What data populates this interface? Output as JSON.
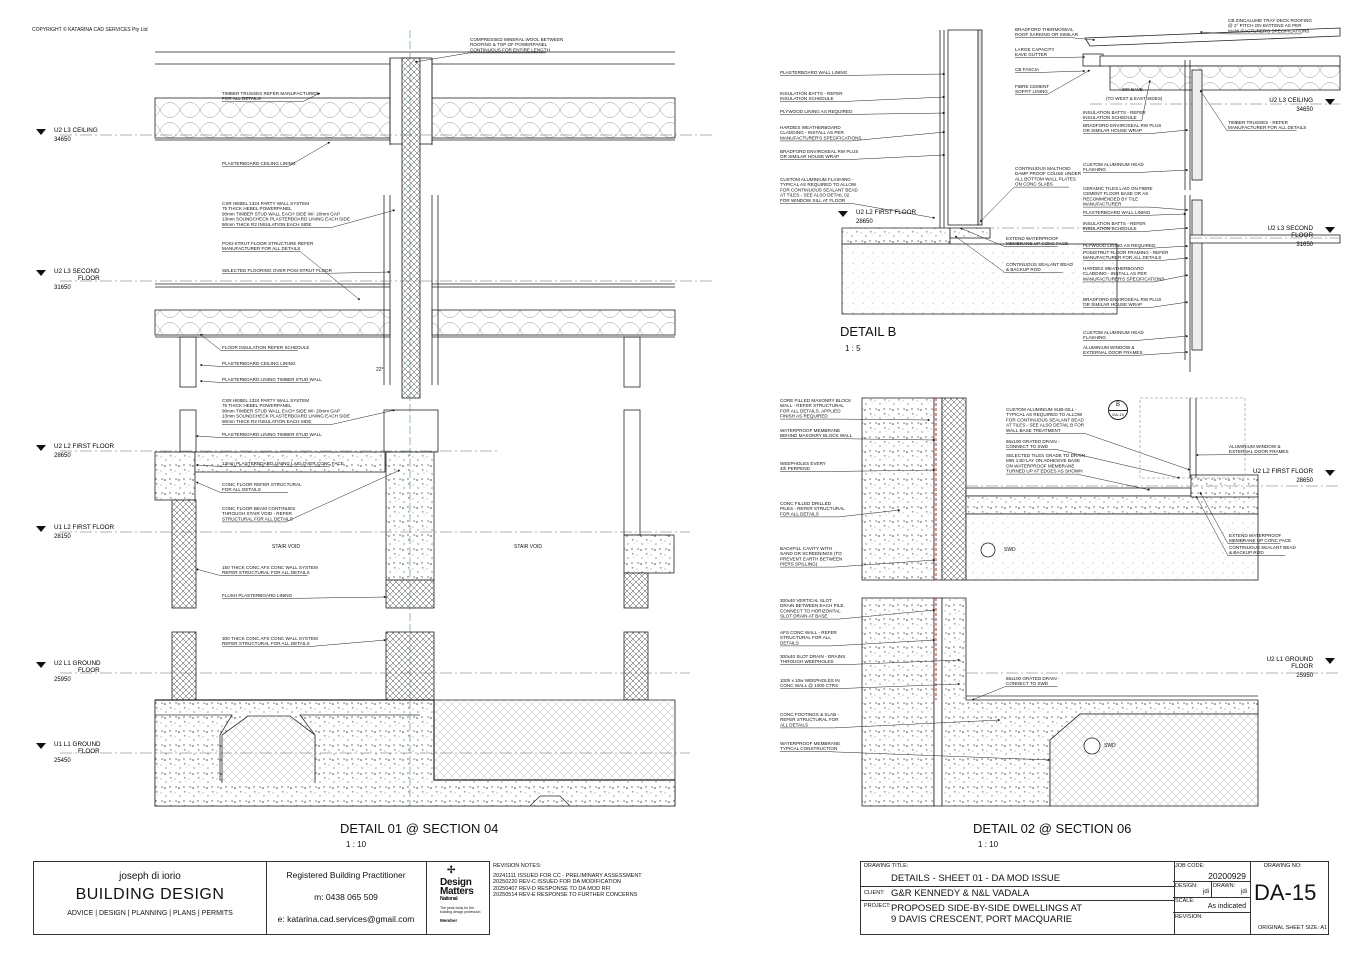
{
  "copyright": "COPYRIGHT © KATARINA CAD SERVICES Pty Ltd",
  "level_markers": [
    {
      "id": "u2l3c-left",
      "label": "U2 L3 CEILING",
      "level": "34650"
    },
    {
      "id": "u2l3s-left",
      "label": "U2 L3 SECOND",
      "label2": "FLOOR",
      "level": "31650"
    },
    {
      "id": "u2l2f-left",
      "label": "U2 L2 FIRST FLOOR",
      "level": "28650"
    },
    {
      "id": "u1l2f-left",
      "label": "U1 L2 FIRST FLOOR",
      "level": "28150"
    },
    {
      "id": "u2l1g-left",
      "label": "U2 L1 GROUND",
      "label2": "FLOOR",
      "level": "25950"
    },
    {
      "id": "u1l1g-left",
      "label": "U1 L1 GROUND",
      "label2": "FLOOR",
      "level": "25450"
    },
    {
      "id": "u2l3c-right",
      "label": "U2 L3 CEILING",
      "level": "34650"
    },
    {
      "id": "u2l3s-right",
      "label": "U2 L3 SECOND",
      "label2": "FLOOR",
      "level": "31650"
    },
    {
      "id": "u2l2f-b",
      "label": "U2 L2 FIRST FLOOR",
      "level": "28650"
    },
    {
      "id": "u2l2f-right",
      "label": "U2 L2 FIRST FLOOR",
      "level": "28650"
    },
    {
      "id": "u2l1g-right",
      "label": "U2 L1 GROUND",
      "label2": "FLOOR",
      "level": "25950"
    }
  ],
  "notes_left": [
    {
      "id": "n1",
      "lines": [
        "COMPRESSED MINERAL WOOL BETWEEN",
        "ROOFING & TOP OF POWERPANEL",
        "CONTINUOUS FOR ENTIRE LENGTH"
      ]
    },
    {
      "id": "n2",
      "lines": [
        "TIMBER TRUSSES REFER MANUFACTURER",
        "FOR ALL DETAILS"
      ]
    },
    {
      "id": "n3",
      "lines": [
        "PLASTERBOARD CEILING LINING"
      ]
    },
    {
      "id": "n4",
      "lines": [
        "CSR HEBEL 1324 PARTY WALL SYSTEM",
        "75 THICK HEBEL POWERPANEL",
        "90mm TIMBER STUD WALL EACH SIDE W/- 20mm GAP",
        "13mm SOUNDCHECK PLASTERBOARD LINING EACH SIDE",
        "90mm THICK R2 INSULATION EACH SIDE"
      ]
    },
    {
      "id": "n5",
      "lines": [
        "POSI-STRUT FLOOR STRUCTURE REFER",
        "MANUFACTURER FOR ALL DETAILS"
      ]
    },
    {
      "id": "n6",
      "lines": [
        "SELECTED FLOORING OVER POSI-STRUT FLOOR"
      ]
    },
    {
      "id": "n7",
      "lines": [
        "FLOOR INSULATION REFER SCHEDULE"
      ]
    },
    {
      "id": "n8",
      "lines": [
        "PLASTERBOARD CEILING LINING"
      ]
    },
    {
      "id": "n9",
      "lines": [
        "PLASTERBOARD LINING TIMBER STUD WALL"
      ]
    },
    {
      "id": "n10",
      "lines": [
        "CSR HEBEL 1324 PARTY WALL SYSTEM",
        "75 THICK HEBEL POWERPANEL",
        "90mm TIMBER STUD WALL EACH SIDE W/- 20mm GAP",
        "13mm SOUNDCHECK PLASTERBOARD LINING EACH SIDE",
        "90mm THICK R2 INSULATION EACH SIDE"
      ]
    },
    {
      "id": "n11",
      "lines": [
        "PLASTERBOARD LINING TIMBER STUD WALL"
      ]
    },
    {
      "id": "n12",
      "lines": [
        "13mm PLASTERBOARD LINING LAID OVER CONC FACE"
      ]
    },
    {
      "id": "n13",
      "lines": [
        "CONC FLOOR REFER STRUCTURAL",
        "FOR ALL DETAILS"
      ]
    },
    {
      "id": "n14",
      "lines": [
        "CONC FLOOR BEAM CONTINUES",
        "THROUGH STAIR VOID - REFER",
        "STRUCTURAL FOR ALL DETAILS"
      ]
    },
    {
      "id": "n15",
      "lines": [
        "150 THICK CONC AFS CONC WALL SYSTEM",
        "REFER STRUCTURAL FOR ALL DETAILS"
      ]
    },
    {
      "id": "n16",
      "lines": [
        "FLUSH PLASTERBOARD LINING"
      ]
    },
    {
      "id": "n17",
      "lines": [
        "300 THICK CONC AFS CONC WALL SYSTEM",
        "REFER STRUCTURAL FOR ALL DETAILS"
      ]
    }
  ],
  "stair_void": "STAIR VOID",
  "angle_label": "22°",
  "notes_b_left": [
    {
      "id": "b1",
      "lines": [
        "PLASTERBOARD WALL LINING"
      ]
    },
    {
      "id": "b2",
      "lines": [
        "INSULATION BATTS - REFER",
        "INSULATION SCHEDULE"
      ]
    },
    {
      "id": "b3",
      "lines": [
        "PLYWOOD LINING AS REQUIRED"
      ]
    },
    {
      "id": "b4",
      "lines": [
        "HARDIES WEATHERBOARD",
        "CLADDING - INSTALL AS PER",
        "MANUFACTURER'S SPECIFICATIONS"
      ]
    },
    {
      "id": "b5",
      "lines": [
        "BRADFORD ENVIROSEAL RW PLUS",
        "OR SIMILAR HOUSE WRAP"
      ]
    },
    {
      "id": "b6",
      "lines": [
        "CUSTOM ALUMINIUM FLASHING -",
        "TYPICAL AS REQUIRED TO ALLOW",
        "FOR CONTINUOUS SEALANT BEAD",
        "AT TILES - SEE ALSO DETAIL 02",
        "FOR WINDOW SILL AT FLOOR"
      ]
    }
  ],
  "notes_b_mid": [
    {
      "id": "bm1",
      "lines": [
        "BRADFORD THERMOSEAL",
        "ROOF SARKING OR SIMILAR"
      ]
    },
    {
      "id": "bm2",
      "lines": [
        "LARGE CAPACITY",
        "EAVE GUTTER"
      ]
    },
    {
      "id": "bm3",
      "lines": [
        "CB FASCIA"
      ]
    },
    {
      "id": "bm4",
      "lines": [
        "FIBRE CEMENT",
        "SOFFIT LINING"
      ]
    },
    {
      "id": "bm5",
      "lines": [
        "CONTINUOUS MALTHOID",
        "DAMP PROOF COUSE UNDER",
        "ALL BOTTOM WALL PLATES",
        "ON CONC SLABS"
      ]
    },
    {
      "id": "bm6",
      "lines": [
        "EXTEND WATERPROOF",
        "MEMBRANE UP CONC FACE"
      ]
    },
    {
      "id": "bm7",
      "lines": [
        "CONTINUOUS SEALANT BEAD",
        "& BACKUP ROD"
      ]
    }
  ],
  "notes_b_right": [
    {
      "id": "br1",
      "lines": [
        "CB ZINCALUME TRAY DECK ROOFING",
        "@ 2° PITCH ON BATTENS AS PER",
        "MANUFACTURER'S SPECIFICATIONS"
      ]
    },
    {
      "id": "br2",
      "lines": [
        "600 EAVE"
      ]
    },
    {
      "id": "br3",
      "lines": [
        "(TO WEST & EAST SIDES)"
      ]
    },
    {
      "id": "br4",
      "lines": [
        "INSULATION BATTS - REFER",
        "INSULATION SCHEDULE"
      ]
    },
    {
      "id": "br5",
      "lines": [
        "BRADFORD ENVIROSEAL RW PLUS",
        "OR SIMILAR HOUSE WRAP"
      ]
    },
    {
      "id": "br6",
      "lines": [
        "TIMBER TRUSSES - REFER",
        "MANUFACTURER FOR ALL DETAILS"
      ]
    },
    {
      "id": "br7",
      "lines": [
        "CUSTOM ALUMINIUM HEAD",
        "FLASHING"
      ]
    },
    {
      "id": "br8",
      "lines": [
        "CERAMIC TILES LAID ON FIBRE",
        "CEMENT FLOOR BASE OR AS",
        "RECOMMENDED BY TILE",
        "MANUFACTURER"
      ]
    },
    {
      "id": "br9",
      "lines": [
        "PLASTERBOARD WALL LINING"
      ]
    },
    {
      "id": "br10",
      "lines": [
        "INSULATION BATTS - REFER",
        "INSULATION SCHEDULE"
      ]
    },
    {
      "id": "br11",
      "lines": [
        "PLYWOOD LINING AS REQUIRED"
      ]
    },
    {
      "id": "br12",
      "lines": [
        "POSISTRUT FLOOR FRAMING - REFER",
        "MANUFACTURER FOR ALL DETAILS"
      ]
    },
    {
      "id": "br13",
      "lines": [
        "HARDIES WEATHERBOARD",
        "CLADDING - INSTALL AS PER",
        "MANUFACTURER'S SPECIFICATIONS"
      ]
    },
    {
      "id": "br14",
      "lines": [
        "BRADFORD ENVIROSEAL RW PLUS",
        "OR SIMILAR HOUSE WRAP"
      ]
    },
    {
      "id": "br15",
      "lines": [
        "CUSTOM ALUMINIUM HEAD",
        "FLASHING"
      ]
    },
    {
      "id": "br16",
      "lines": [
        "ALUMINIUM WINDOW &",
        "EXTERNAL DOOR FRAMES"
      ]
    }
  ],
  "notes_02_left": [
    {
      "id": "d1",
      "lines": [
        "CORE FILLED MASONRY BLOCK",
        "WALL - REFER STRUCTURAL",
        "FOR ALL DETAILS. APPLIED",
        "FINISH AS REQUIRED"
      ]
    },
    {
      "id": "d2",
      "lines": [
        "WATERPROOF MEMBRANE",
        "BEHIND MASONRY BLOCK WALL"
      ]
    },
    {
      "id": "d3",
      "lines": [
        "WEEPHOLES EVERY",
        "4th PERPEND"
      ]
    },
    {
      "id": "d4",
      "lines": [
        "CONC FILLED DRILLED",
        "PILES - REFER STRUCTURAL",
        "FOR ALL DETAILS"
      ]
    },
    {
      "id": "d5",
      "lines": [
        "BACKFILL CAVITY WITH",
        "SAND OR SCREENINGS (TO",
        "PREVENT EARTH BETWEEN",
        "PIERS SPILLING)"
      ]
    },
    {
      "id": "d6",
      "lines": [
        "300x40 VERTICAL SLOT",
        "DRAIN BETWEEN EACH PILE.",
        "CONNECT TO HORIZONTAL",
        "SLOT DRAIN AT BASE"
      ]
    },
    {
      "id": "d7",
      "lines": [
        "AFS CONC WALL - REFER",
        "STRUCTURAL FOR ALL",
        "DETAILS"
      ]
    },
    {
      "id": "d8",
      "lines": [
        "300x40 SLOT DRAIN - DRAINS",
        "THROUGH WEEPHOLES"
      ]
    },
    {
      "id": "d9",
      "lines": [
        "100h x 10w WEEPHOLES IN",
        "CONC WALL @ 1000 CTRS"
      ]
    },
    {
      "id": "d10",
      "lines": [
        "CONC FOOTINGS & SLAB -",
        "REFER STRUCTURAL FOR",
        "ALL DETAILS"
      ]
    },
    {
      "id": "d11",
      "lines": [
        "WATERPROOF MEMBRANE",
        "TYPICAL CONSTRUCTION"
      ]
    }
  ],
  "notes_02_mid": [
    {
      "id": "dm1",
      "lines": [
        "CUSTOM ALUMINIUM SUB-SILL -",
        "TYPICAL AS REQUIRED TO ALLOW",
        "FOR CONTINUOUS SEALANT BEAD",
        "AT TILES - SEE ALSO DETAIL B FOR",
        "WALL BASE TREATMENT"
      ]
    },
    {
      "id": "dm2",
      "lines": [
        "65x100 GRATED DRAIN -",
        "CONNECT TO SWD"
      ]
    },
    {
      "id": "dm3",
      "lines": [
        "SELECTED TILES GRADE TO DRAIN",
        "MIN 1:80 LAY ON ADHESIVE BASE",
        "ON WATERPROOF MEMBRANE",
        "TURNED UP AT EDGES AS SHOWN"
      ]
    },
    {
      "id": "dm4",
      "lines": [
        "65x100 GRATED DRAIN -",
        "CONNECT TO SWD"
      ]
    }
  ],
  "notes_02_right": [
    {
      "id": "dr1",
      "lines": [
        "ALUMINIUM WINDOW &",
        "EXTERNAL DOOR FRAMES"
      ]
    },
    {
      "id": "dr2",
      "lines": [
        "EXTEND WATERPROOF",
        "MEMBRANE UP CONC FACE"
      ]
    },
    {
      "id": "dr3",
      "lines": [
        "CONTINUOUS SEALANT BEAD",
        "& BACKUP ROD"
      ]
    }
  ],
  "swd": "SWD",
  "callout": {
    "letter": "B",
    "ref": "DA-15"
  },
  "detail_titles": [
    {
      "id": "t1",
      "title": "DETAIL 01 @ SECTION 04",
      "scale": "1 : 10"
    },
    {
      "id": "t2",
      "title": "DETAIL B",
      "scale": "1 : 5"
    },
    {
      "id": "t3",
      "title": "DETAIL 02 @ SECTION 06",
      "scale": "1 : 10"
    }
  ],
  "titleblock": {
    "designer_name": "joseph  di iorio",
    "business": "BUILDING  DESIGN",
    "services": "ADVICE  |  DESIGN  |  PLANNING  |  PLANS  |  PERMITS",
    "practitioner": "Registered Building Practitioner",
    "phone": "m: 0438 065 509",
    "email": "e: katarina.cad.services@gmail.com",
    "dm_logo": [
      "Design",
      "Matters",
      "National"
    ],
    "dm_tag": [
      "The peak body for the",
      "building design profession"
    ],
    "dm_member": "Member",
    "rev_heading": "REVISION NOTES:",
    "revisions": [
      "20241111  ISSUED FOR CC - PRELIMINARY ASSESSMENT",
      "20250220  REV-C ISSUED FOR DA MODIFICATION",
      "20250407  REV-D RESPONSE TO DA MOD RFI",
      "20250514  REV-E RESPONSE TO FURTHER CONCERNS"
    ],
    "drawing_title_label": "DRAWING TITLE:",
    "drawing_title": "DETAILS - SHEET 01 - DA MOD ISSUE",
    "client_label": "CLIENT:",
    "client": "G&R KENNEDY & N&L VADALA",
    "project_label": "PROJECT:",
    "project_line1": "PROPOSED SIDE-BY-SIDE DWELLINGS AT",
    "project_line2": "9 DAVIS CRESCENT, PORT MACQUARIE",
    "job_code_label": "JOB CODE:",
    "job_code": "20200929",
    "design_label": "DESIGN:",
    "design_val": "jdi",
    "drawn_label": "DRAWN:",
    "drawn_val": "jdi",
    "scale_label": "SCALE:",
    "scale_val": "As indicated",
    "revision_label": "REVISION:",
    "drawing_no_label": "DRAWING NO:",
    "drawing_no": "DA-15",
    "original_size": "ORIGINAL SHEET SIZE: A1"
  }
}
